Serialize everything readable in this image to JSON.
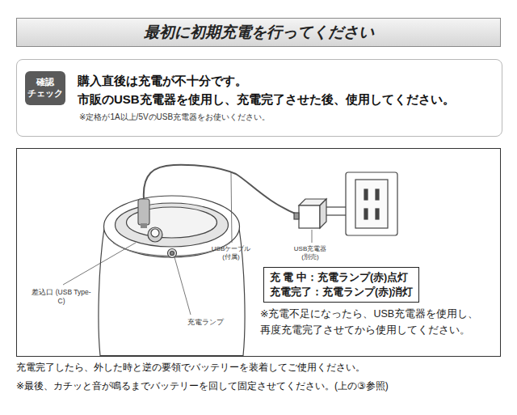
{
  "diagram": {
    "title": "最初に初期充電を行ってください",
    "nodes": [
      {
        "text": [
          "購入直後は充電が不十分です。",
          "市販のUSB充電器を使用し、充電完了させた後、使用してください。",
          "※定格が1A以上/5VのUSB充電器をお使いください。"
        ]
      },
      {
        "text": [
          "確認 チェック"
        ],
        "in": 0
      },
      {
        "text": [
          "充 電 中：充電ランプ(赤)点灯",
          "充電完了：充電ランプ(赤)消灯"
        ]
      }
    ],
    "labels": [
      "USBケーブル (付属)",
      "USB充電器 (別売)",
      "差込口 (USB Type-C)",
      "充電ランプ",
      "※充電不足になったら、USB充電器を使用し、 再度充電完了させてから使用してください。",
      "充電完了したら、外した時と逆の要領でバッテリーを装着してご使用ください。",
      "※最後、カチッと音が鳴るまでバッテリーを回して固定させてください。(上の③参照)"
    ]
  }
}
